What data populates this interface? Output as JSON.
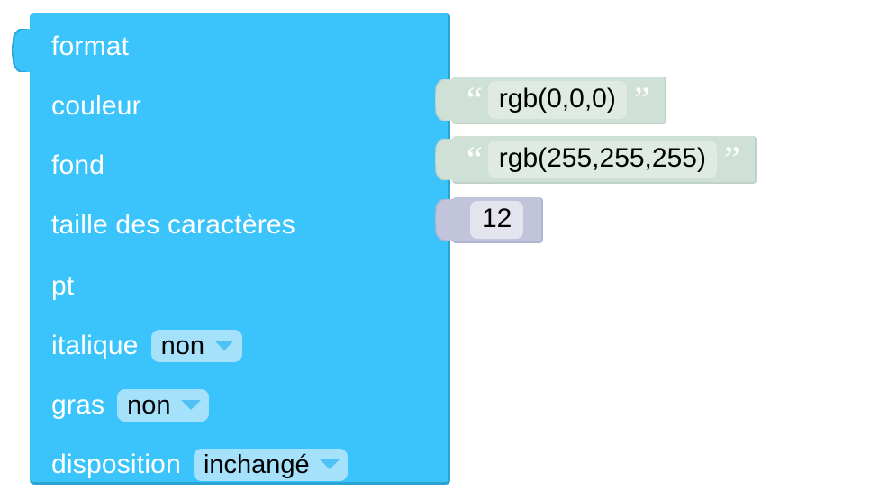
{
  "workspace": {
    "background_color": "#ffffff",
    "canvas_name": "blockly-workspace"
  },
  "main_block": {
    "name": "format-block",
    "color": "#3ac4fb",
    "border_color": "#2ba3d4",
    "rows": [
      {
        "label": "format",
        "field_type": "none"
      },
      {
        "label": "couleur",
        "field_type": "input"
      },
      {
        "label": "fond",
        "field_type": "input"
      },
      {
        "label": "taille des caractères",
        "field_type": "input"
      },
      {
        "label": "pt",
        "field_type": "none"
      },
      {
        "label": "italique",
        "field_type": "dropdown",
        "value": "non"
      },
      {
        "label": "gras",
        "field_type": "dropdown",
        "value": "non"
      },
      {
        "label": "disposition",
        "field_type": "dropdown",
        "value": "inchangé"
      }
    ]
  },
  "attached_blocks": [
    {
      "name": "text-block-couleur",
      "type": "text",
      "color": "#cfe0d7",
      "field_color": "#dfeae3",
      "quote_open": "“",
      "quote_close": "”",
      "value": "rgb(0,0,0)"
    },
    {
      "name": "text-block-fond",
      "type": "text",
      "color": "#cfe0d7",
      "field_color": "#dfeae3",
      "quote_open": "“",
      "quote_close": "”",
      "value": "rgb(255,255,255)"
    },
    {
      "name": "number-block-taille",
      "type": "number",
      "color": "#c2c4dc",
      "field_color": "#e3e4ee",
      "value": "12"
    }
  ],
  "icons": {
    "dropdown_caret": "chevron-down-icon",
    "puzzle_tab": "puzzle-connector-icon"
  }
}
